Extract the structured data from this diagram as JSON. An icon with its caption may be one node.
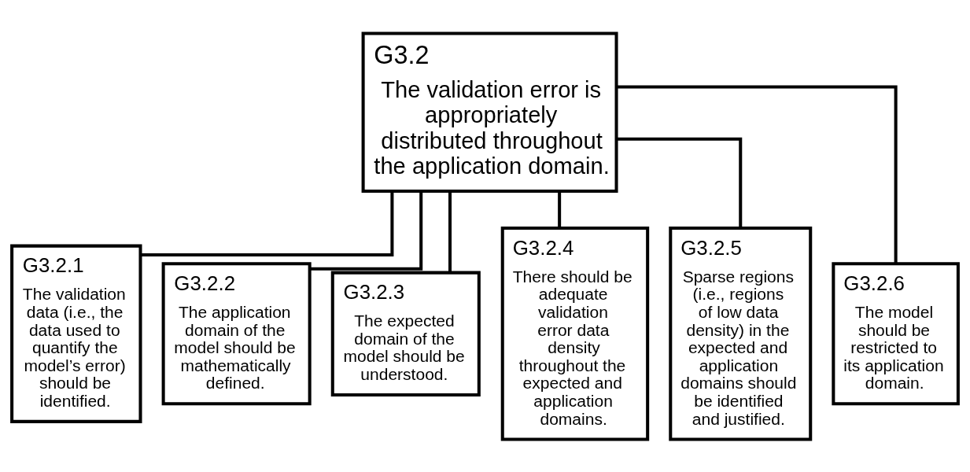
{
  "diagram": {
    "nodes": [
      {
        "text": [
          "G3.2",
          "The validation error is appropriately distributed throughout the application domain."
        ]
      },
      {
        "text": [
          "G3.2.1",
          "The validation data (i.e., the data used to quantify the model’s error) should be identified."
        ]
      },
      {
        "text": [
          "G3.2.2",
          "The application domain of the model should be mathematically defined."
        ]
      },
      {
        "text": [
          "G3.2.3",
          "The expected domain of the model should be understood."
        ]
      },
      {
        "text": [
          "G3.2.4",
          "There should be adequate validation error data density throughout the expected and application domains."
        ]
      },
      {
        "text": [
          "G3.2.5",
          "Sparse regions (i.e., regions of low data density) in the expected and application domains should be identified and justified."
        ]
      },
      {
        "text": [
          "G3.2.6",
          "The model should be restricted to its application domain."
        ]
      }
    ],
    "edges": [
      {
        "from": 0,
        "to": 1,
        "arrow": "none"
      },
      {
        "from": 0,
        "to": 2,
        "arrow": "none"
      },
      {
        "from": 0,
        "to": 3,
        "arrow": "none"
      },
      {
        "from": 0,
        "to": 4,
        "arrow": "none"
      },
      {
        "from": 0,
        "to": 5,
        "arrow": "none"
      },
      {
        "from": 0,
        "to": 6,
        "arrow": "none"
      }
    ]
  }
}
